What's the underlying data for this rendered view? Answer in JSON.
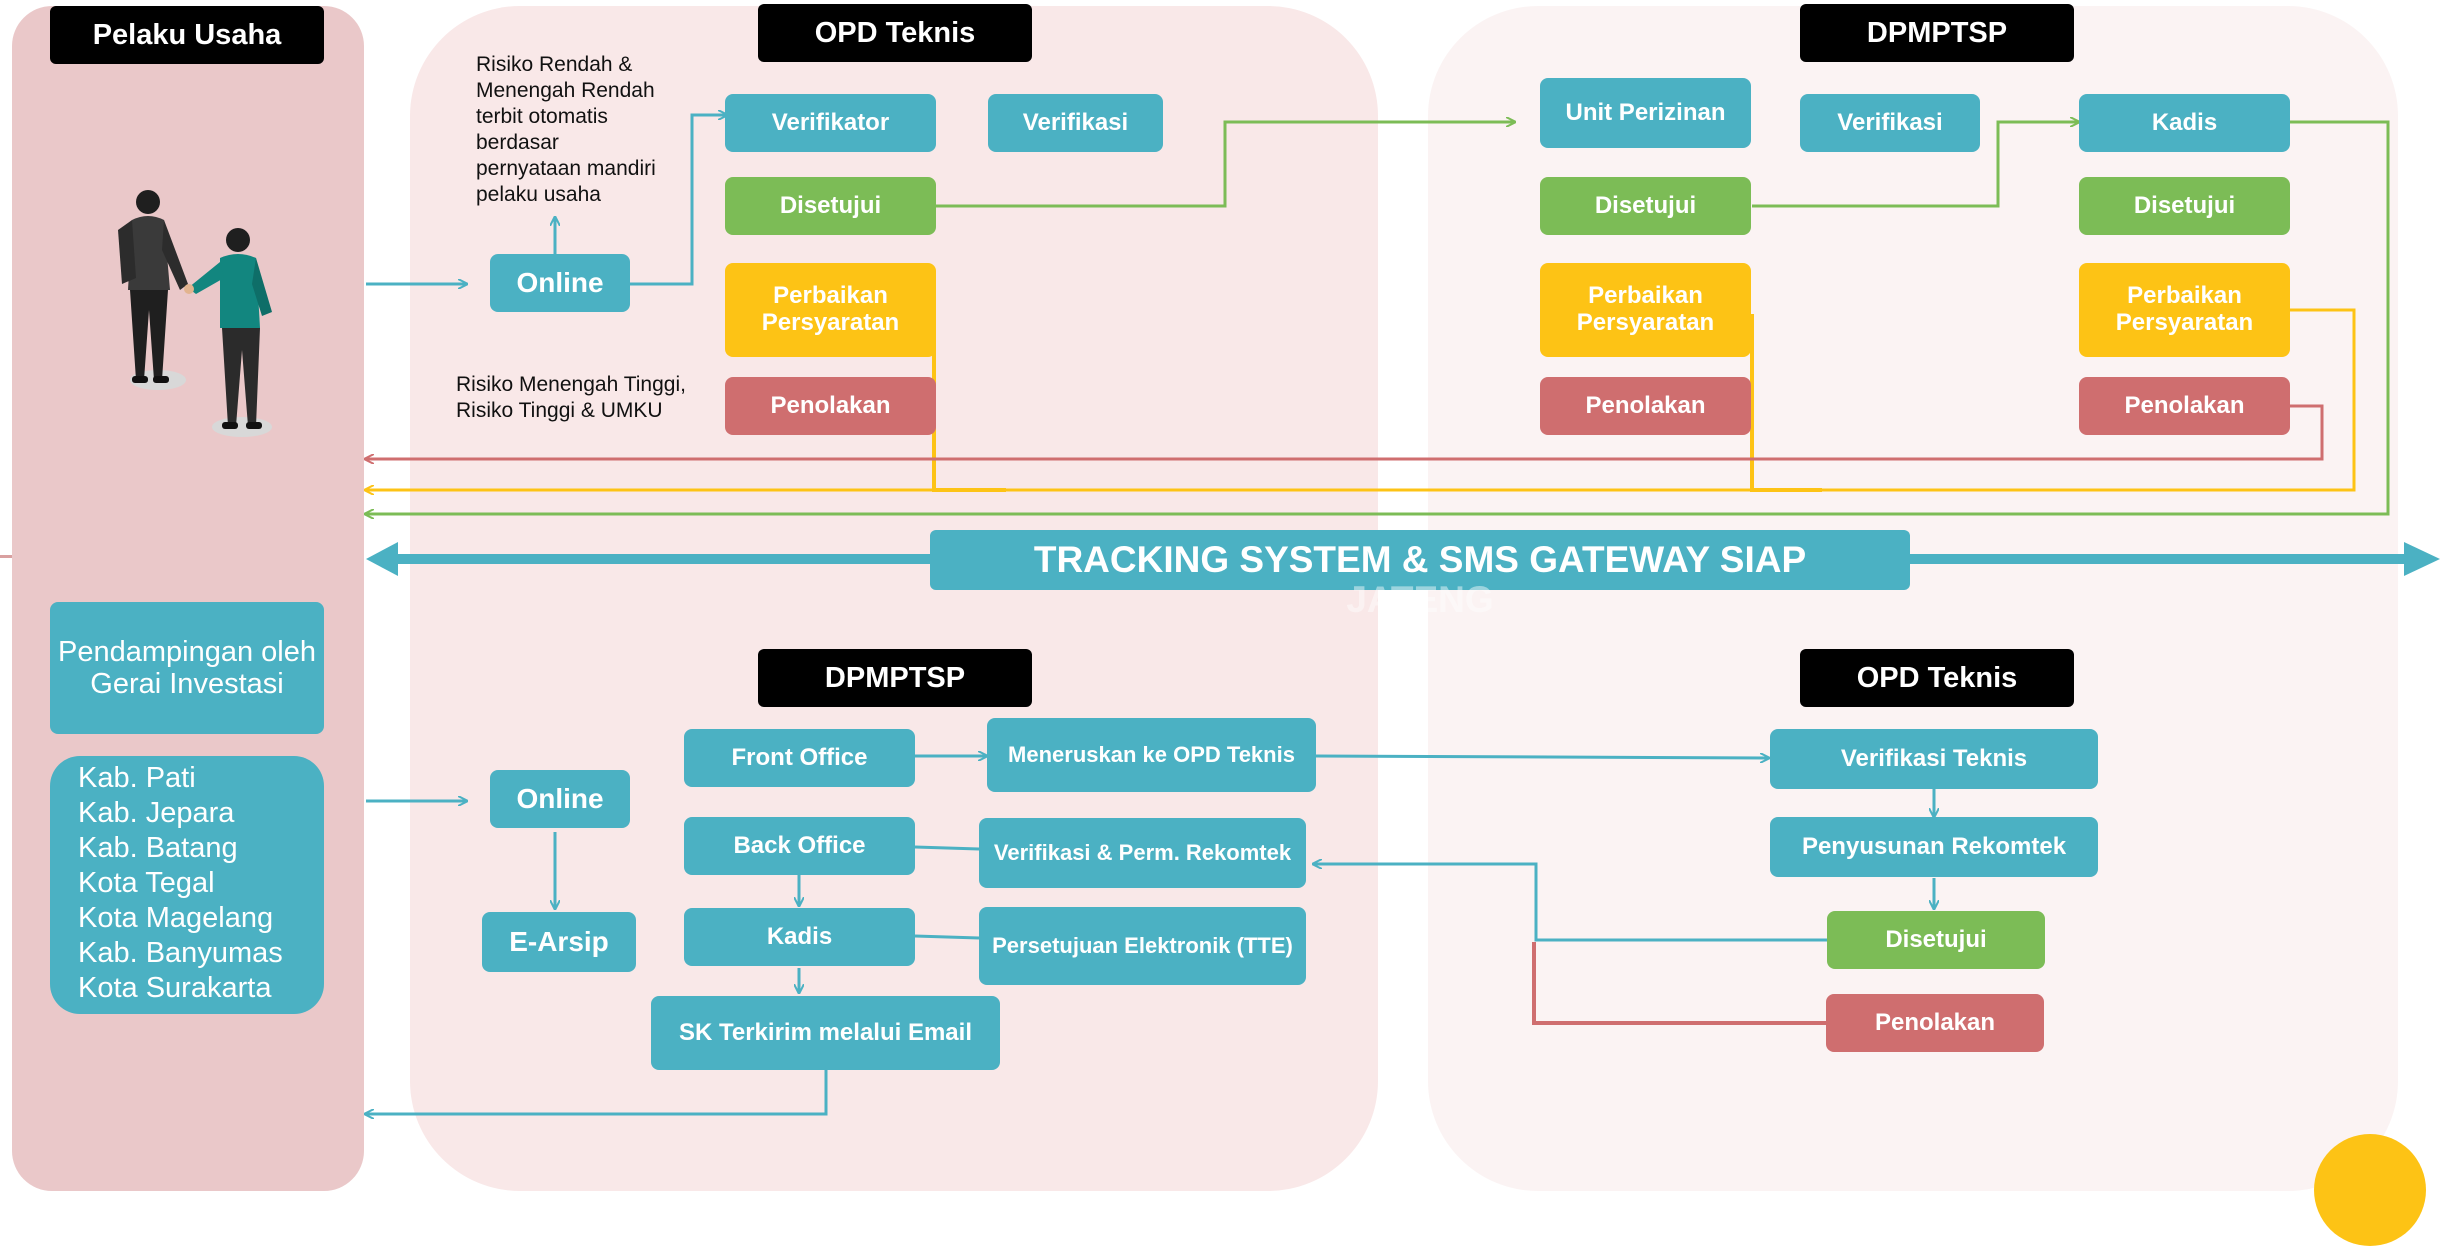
{
  "pelaku": {
    "header": "Pelaku Usaha",
    "pendampingan": "Pendampingan oleh Gerai Investasi",
    "kabupaten": [
      "Kab. Pati",
      "Kab. Jepara",
      "Kab. Batang",
      "Kota Tegal",
      "Kota Magelang",
      "Kab. Banyumas",
      "Kota Surakarta"
    ]
  },
  "top": {
    "opd_header": "OPD Teknis",
    "dpm_header": "DPMPTSP",
    "note_low": "Risiko Rendah & Menengah Rendah terbit otomatis berdasar pernyataan mandiri pelaku usaha",
    "note_high": "Risiko Menengah Tinggi, Risiko Tinggi & UMKU",
    "online": "Online",
    "verifikator": "Verifikator",
    "verifikasi_opd": "Verifikasi",
    "disetujui_opd": "Disetujui",
    "perbaikan_opd": "Perbaikan Persyaratan",
    "penolakan_opd": "Penolakan",
    "unit_perizinan": "Unit Perizinan",
    "verifikasi_dpm": "Verifikasi",
    "disetujui_dpm": "Disetujui",
    "perbaikan_dpm": "Perbaikan Persyaratan",
    "penolakan_dpm": "Penolakan",
    "kadis": "Kadis",
    "disetujui_kadis": "Disetujui",
    "perbaikan_kadis": "Perbaikan Persyaratan",
    "penolakan_kadis": "Penolakan"
  },
  "tracking": {
    "line1": "TRACKING SYSTEM & SMS GATEWAY SIAP",
    "line2": "JATENG"
  },
  "bottom": {
    "dpm_header": "DPMPTSP",
    "opd_header": "OPD Teknis",
    "online": "Online",
    "earsip": "E-Arsip",
    "front_office": "Front Office",
    "back_office": "Back Office",
    "kadis": "Kadis",
    "sk_terkirim": "SK Terkirim melalui Email",
    "meneruskan": "Meneruskan ke OPD Teknis",
    "verifikasi_perm": "Verifikasi & Perm. Rekomtek",
    "persetujuan": "Persetujuan Elektronik (TTE)",
    "verifikasi_teknis": "Verifikasi Teknis",
    "penyusunan": "Penyusunan Rekomtek",
    "disetujui": "Disetujui",
    "penolakan": "Penolakan"
  },
  "colors": {
    "teal": "#4bb1c3",
    "green": "#7cbc56",
    "yellow": "#fdc315",
    "red": "#cf6e6f",
    "pelaku_panel": "#eac8c9",
    "opd_panel": "#f9e8e8",
    "dpm_panel": "#fbf3f3"
  }
}
